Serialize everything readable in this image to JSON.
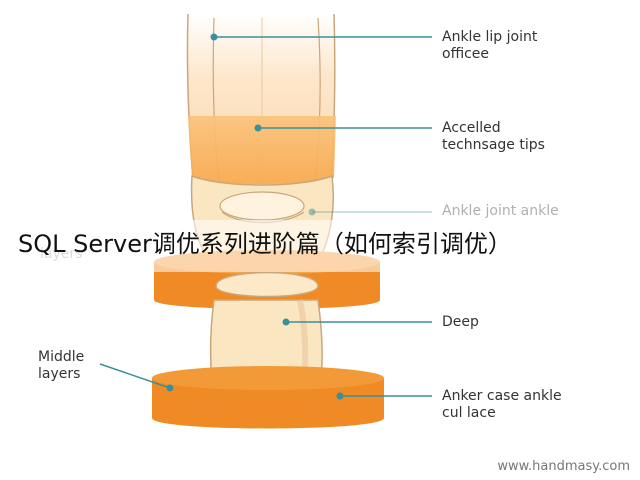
{
  "overlay_title": "SQL Server调优系列进阶篇（如何索引调优）",
  "watermark": "www.handmasy.com",
  "labels": {
    "ankle_lip_joint": "Ankle lip joint\nofficee",
    "accelled": "Accelled\ntechnsage tips",
    "ankle_joint_ankle": "Ankle joint ankle",
    "deep": "Deep",
    "middle_layers": "Middle\nlayers",
    "anker_case": "Anker case ankle\ncul lace",
    "left_faded": "layers"
  },
  "colors": {
    "orange": "#f08a24",
    "orange_dark": "#e2731a",
    "light_orange": "#f8b35a",
    "cream": "#fbe6c2",
    "leader": "#3b8f9a",
    "outline": "#c9a77a"
  }
}
